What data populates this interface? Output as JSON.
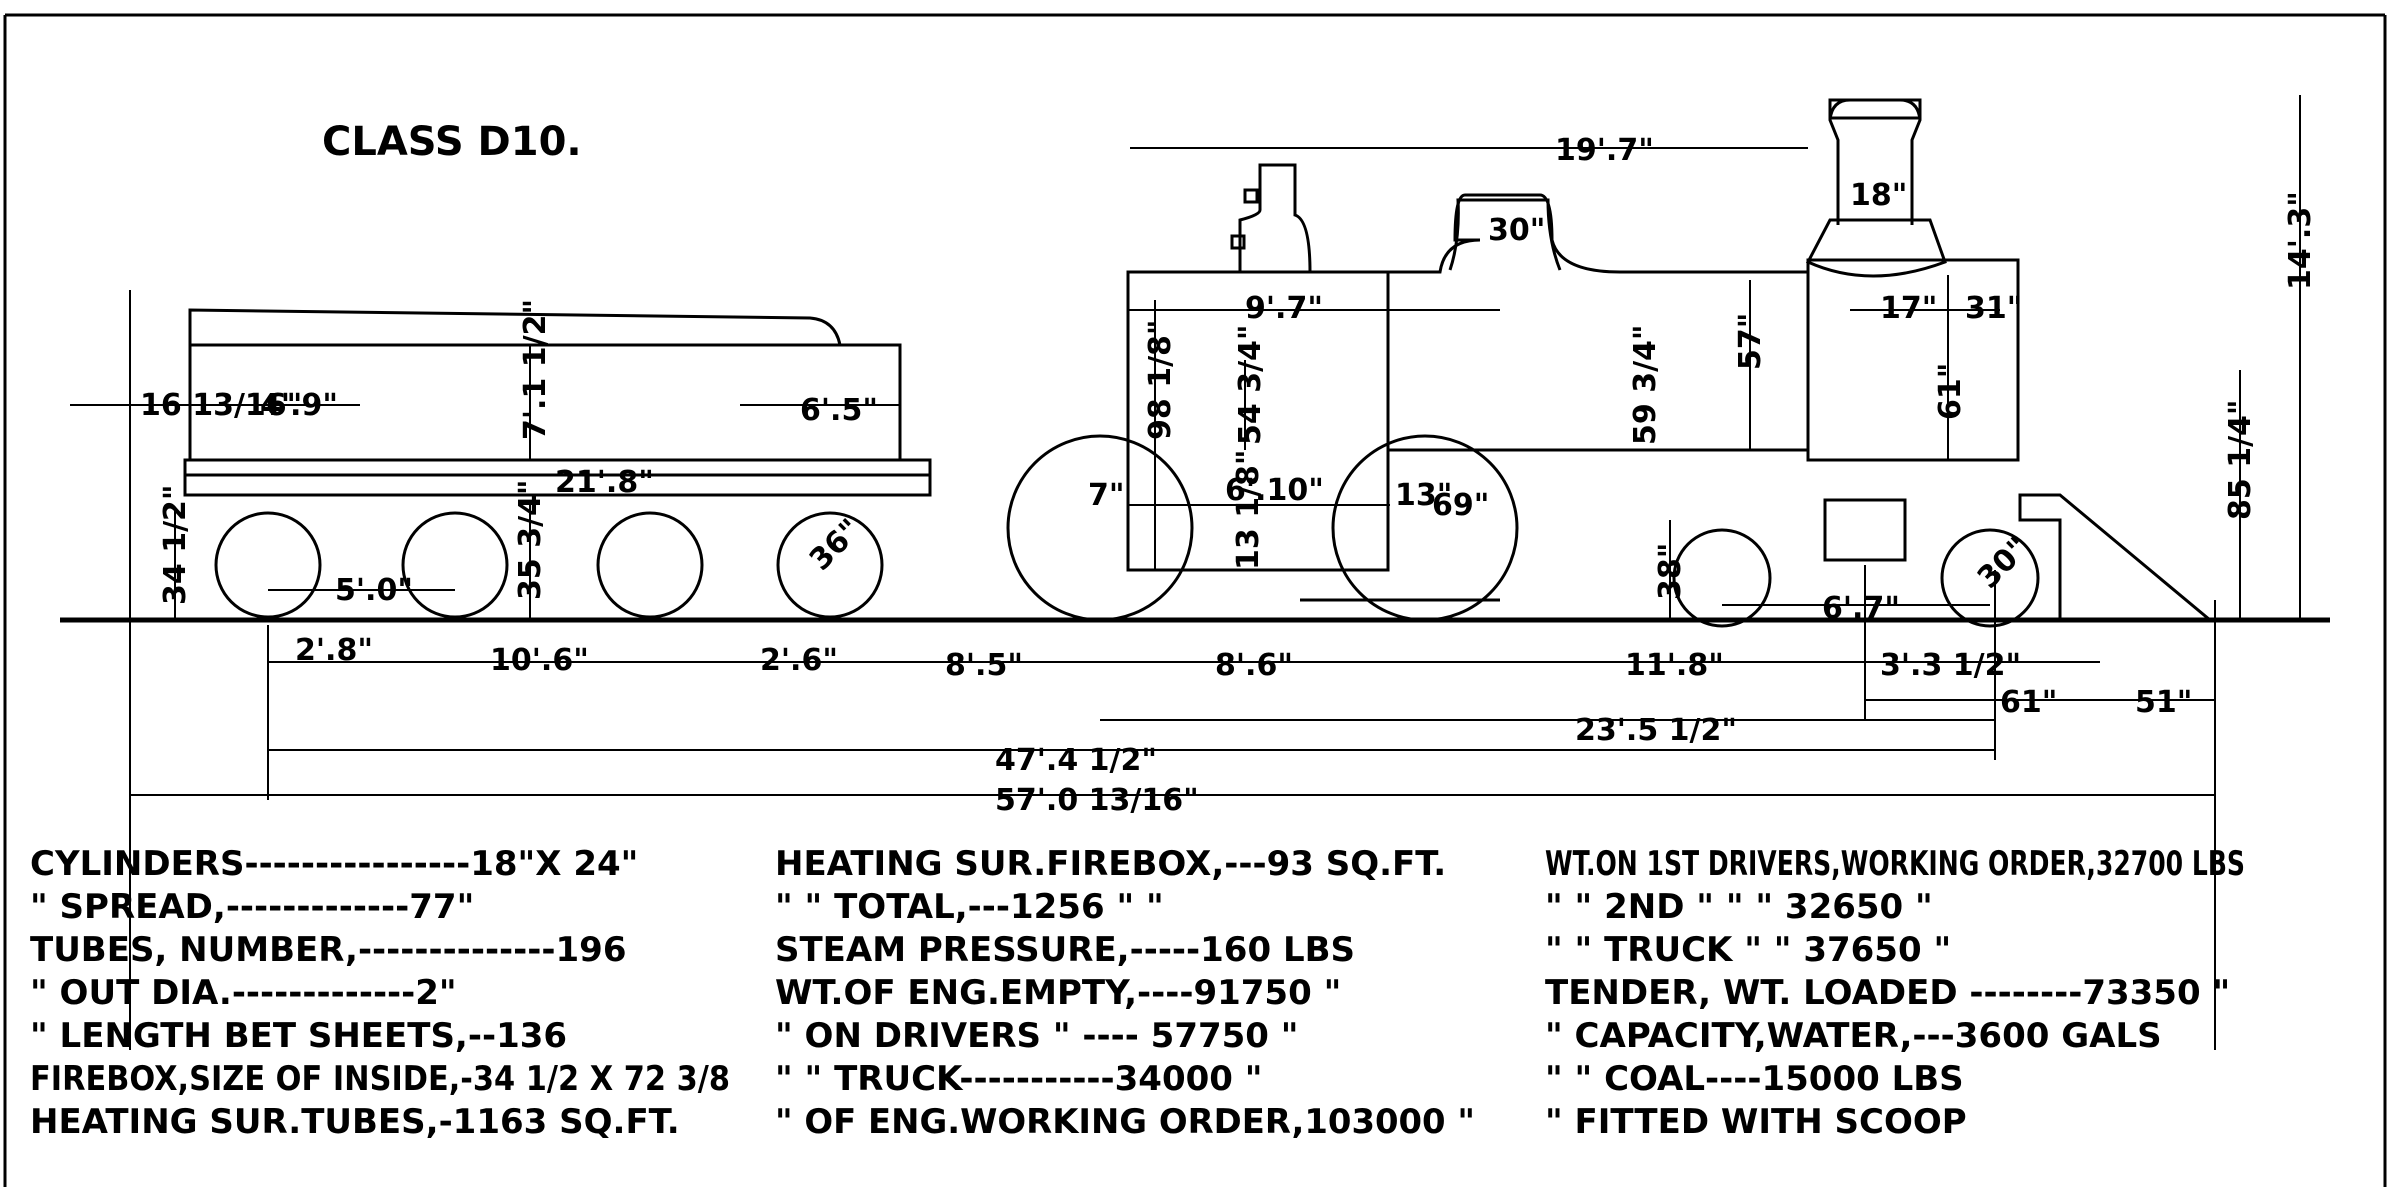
{
  "title": "CLASS D10.",
  "dimensions": {
    "overall_height": "14'.3\"",
    "boiler_length": "19'.7\"",
    "stack_dia": "18\"",
    "dome_dia": "30\"",
    "cab_length": "9'.7\"",
    "smokebox_17": "17\"",
    "smokebox_31": "31\"",
    "boiler_57": "57\"",
    "boiler_61": "61\"",
    "boiler_center": "85 1/4\"",
    "firebox_98": "98 1/8\"",
    "firebox_54": "54 3/4\"",
    "firebox_59": "59 3/4\"",
    "firebox_length": "6'.10\"",
    "firebox_13": "13\"",
    "firebox_13b": "13 1/8\"",
    "driver_dia": "69\"",
    "driver_7": "7\"",
    "truck_38": "38\"",
    "truck_30": "30\"",
    "truck_base": "6'.7\"",
    "tender_16": "16 13/16\"",
    "tender_49": "4'.9\"",
    "tender_71": "7'.1 1/2\"",
    "tender_65": "6'.5\"",
    "tender_218": "21'.8\"",
    "tender_34": "34 1/2\"",
    "tender_35": "35 3/4\"",
    "tender_50": "5'.0\"",
    "tender_wheel": "36\"",
    "wb_28": "2'.8\"",
    "wb_106": "10'.6\"",
    "wb_26": "2'.6\"",
    "wb_85": "8'.5\"",
    "wb_86": "8'.6\"",
    "wb_118": "11'.8\"",
    "wb_33": "3'.3 1/2\"",
    "eng_wb": "23'.5 1/2\"",
    "pilot_61": "61\"",
    "pilot_51": "51\"",
    "total_wb": "47'.4 1/2\"",
    "total_length": "57'.0 13/16\""
  },
  "specs": {
    "col1": [
      "CYLINDERS----------------18\"X 24\"",
      "\"          SPREAD,-------------77\"",
      "TUBES, NUMBER,--------------196",
      "\"      OUT DIA.-------------2\"",
      "\"     LENGTH BET SHEETS,--136",
      "FIREBOX,SIZE OF INSIDE,-34 1/2 X 72 3/8",
      "HEATING SUR.TUBES,-1163 SQ.FT."
    ],
    "col2": [
      "HEATING SUR.FIREBOX,---93 SQ.FT.",
      "\"          \"    TOTAL,---1256  \"  \"",
      "STEAM PRESSURE,-----160 LBS",
      "WT.OF ENG.EMPTY,----91750  \"",
      "\"  ON DRIVERS   \" ---- 57750  \"",
      "\"   \"   TRUCK-----------34000  \"",
      "\" OF ENG.WORKING ORDER,103000  \""
    ],
    "col3": [
      "WT.ON 1ST DRIVERS,WORKING ORDER,32700 LBS",
      "\"  \" 2ND  \"          \"          \"  32650 \"",
      "\"  \"  TRUCK          \"          \"  37650 \"",
      "TENDER, WT. LOADED --------73350 \"",
      "\"        CAPACITY,WATER,---3600 GALS",
      "\"              \"     COAL----15000 LBS",
      "\"          FITTED WITH SCOOP"
    ]
  }
}
